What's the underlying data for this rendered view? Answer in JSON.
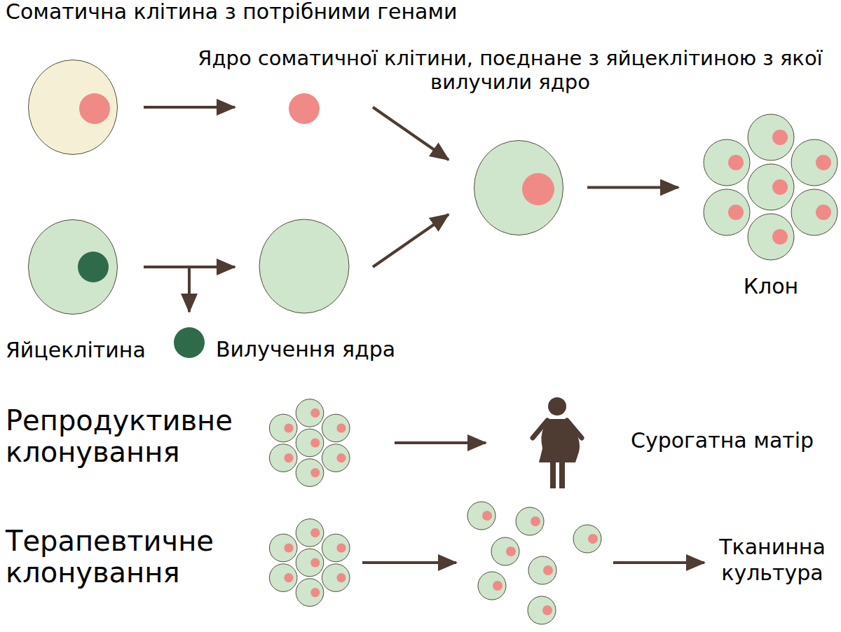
{
  "diagram": {
    "nodes": [
      {
        "text": [
          "Соматична клітина з потрібними генами"
        ]
      },
      {
        "text": [
          "Ядро соматичної клітини, поєднане з яйцеклітиною з якої вилучили ядро"
        ]
      },
      {
        "text": [
          "Клон"
        ]
      },
      {
        "text": [
          "Яйцеклітина"
        ]
      },
      {
        "text": [
          "Вилучення ядра"
        ]
      }
    ],
    "edges": [
      {
        "from": 1,
        "to": 2,
        "arrow": "to"
      },
      {
        "from": 3,
        "to": 4,
        "arrow": "to"
      }
    ],
    "labels": [
      "Репродуктивне клонування",
      "Сурогатна матір",
      "Терапевтичне клонування",
      "Тканинна культура"
    ]
  }
}
